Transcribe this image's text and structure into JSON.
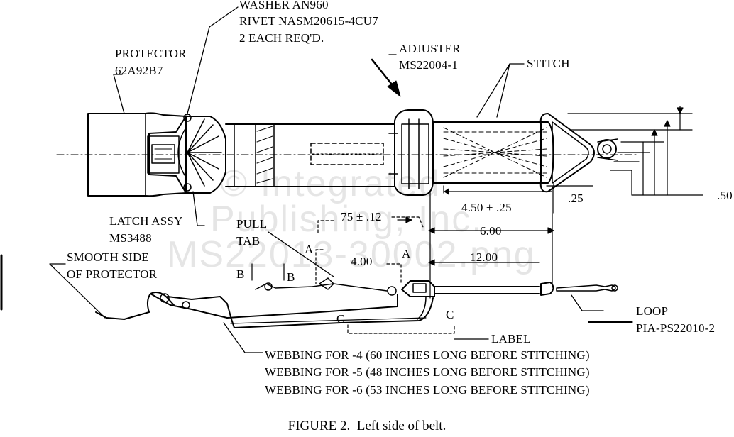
{
  "labels": {
    "washer": "WASHER AN960",
    "rivet": "RIVET NASM20615-4CU7",
    "each_req": "2 EACH REQ'D.",
    "protector": "PROTECTOR",
    "protector_pn": "62A92B7",
    "adjuster": "ADJUSTER",
    "adjuster_pn": "MS22004-1",
    "stitch": "STITCH",
    "latch": "LATCH ASSY",
    "latch_pn": "MS3488",
    "pull": "PULL",
    "tab": "TAB",
    "smooth_side": "SMOOTH SIDE",
    "of_protector": "OF PROTECTOR",
    "loop": "LOOP",
    "loop_pn": "PIA-PS22010-2",
    "label": "LABEL",
    "webbing_4": "WEBBING FOR -4 (60 INCHES LONG BEFORE STITCHING)",
    "webbing_5": "WEBBING FOR -5 (48 INCHES LONG BEFORE STITCHING)",
    "webbing_6": "WEBBING FOR -6 (53 INCHES LONG BEFORE STITCHING)"
  },
  "dimensions": {
    "d_75": "75 ± .12",
    "d_450": "4.50 ± .25",
    "d_600": "6.00",
    "d_400": "4.00",
    "d_1200": "12.00",
    "d_025": ".25",
    "d_050": ".50"
  },
  "section_marks": {
    "a1": "A",
    "a2": "A",
    "b1": "B",
    "b2": "B",
    "c1": "C",
    "c2": "C"
  },
  "watermark": {
    "line1": "© Integrated",
    "line2": "Publishing, Inc.",
    "line3": "MS22013-30002.png"
  },
  "caption": {
    "prefix": "FIGURE 2.",
    "title": "Left side of belt."
  }
}
